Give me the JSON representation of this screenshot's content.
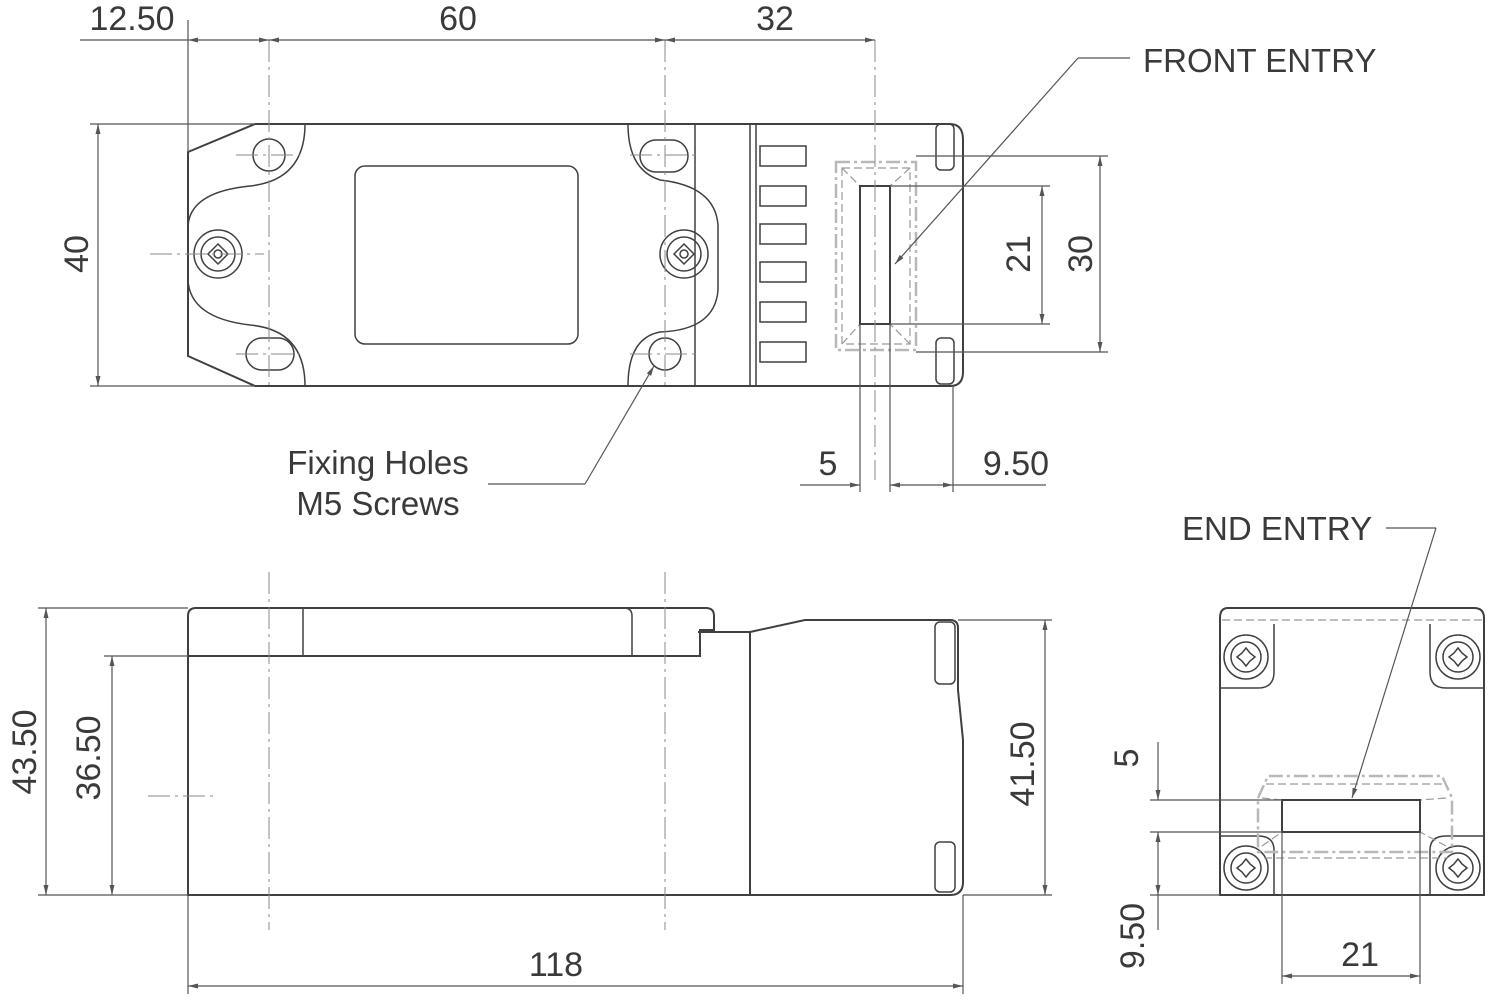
{
  "dimensions": {
    "top_12_50": "12.50",
    "top_60": "60",
    "top_32": "32",
    "height_40": "40",
    "opening_21": "21",
    "entry_30": "30",
    "bottom_5": "5",
    "bottom_9_50": "9.50",
    "side_43_50": "43.50",
    "side_36_50": "36.50",
    "side_41_50": "41.50",
    "length_118": "118",
    "end_5": "5",
    "end_9_50": "9.50",
    "end_21": "21"
  },
  "labels": {
    "front_entry": "FRONT ENTRY",
    "fixing_holes_line1": "Fixing Holes",
    "fixing_holes_line2": "M5 Screws",
    "end_entry": "END ENTRY"
  }
}
